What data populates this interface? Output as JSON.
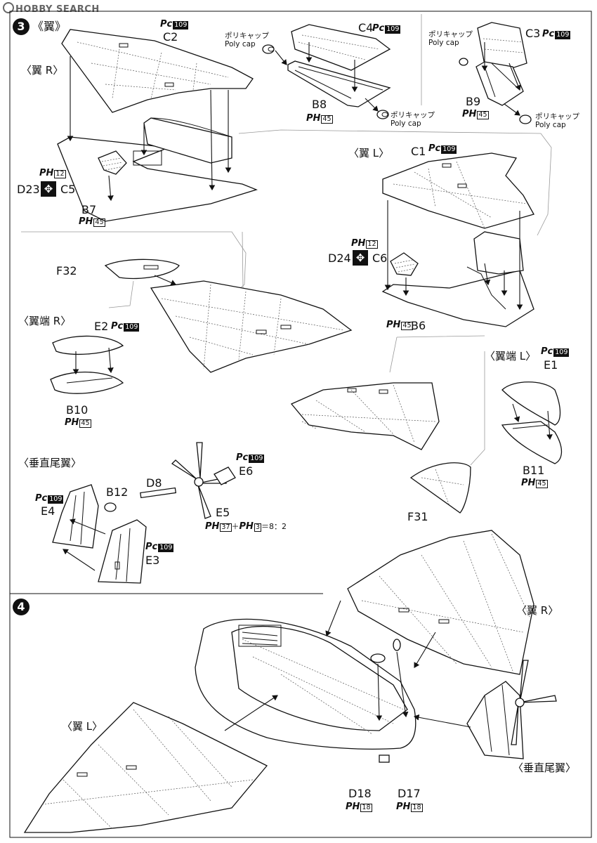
{
  "watermark": "HOBBY SEARCH",
  "sections": {
    "s3": "3",
    "s4": "4"
  },
  "labels": {
    "wing": "《翼》",
    "wing_r": "〈翼 R〉",
    "wing_l": "〈翼 L〉",
    "wingtip_r": "〈翼端 R〉",
    "wingtip_l": "〈翼端 L〉",
    "vertical_tail": "〈垂直尾翼〉",
    "wing_r_s4": "〈翼 R〉",
    "wing_l_s4": "〈翼 L〉",
    "vertical_tail_s4": "〈垂直尾翼〉"
  },
  "polycap": {
    "jp": "ポリキャップ",
    "en": "Poly cap"
  },
  "parts": {
    "C2": "C2",
    "C4": "C4",
    "C3": "C3",
    "B8": "B8",
    "B9": "B9",
    "D23": "D23",
    "C5": "C5",
    "B7": "B7",
    "C1": "C1",
    "D24": "D24",
    "C6": "C6",
    "B6": "B6",
    "F32": "F32",
    "E2": "E2",
    "B10": "B10",
    "E1": "E1",
    "B11": "B11",
    "F31": "F31",
    "D8": "D8",
    "E6": "E6",
    "B12": "B12",
    "E4": "E4",
    "E5": "E5",
    "E3": "E3",
    "D18": "D18",
    "D17": "D17"
  },
  "paint": {
    "pc": "Pc",
    "ph": "PH",
    "c109": "109",
    "h45": "45",
    "h12": "12",
    "h37": "37",
    "h3": "3",
    "h18": "18",
    "mix_ratio": "＝8：2",
    "plus": "＋"
  }
}
